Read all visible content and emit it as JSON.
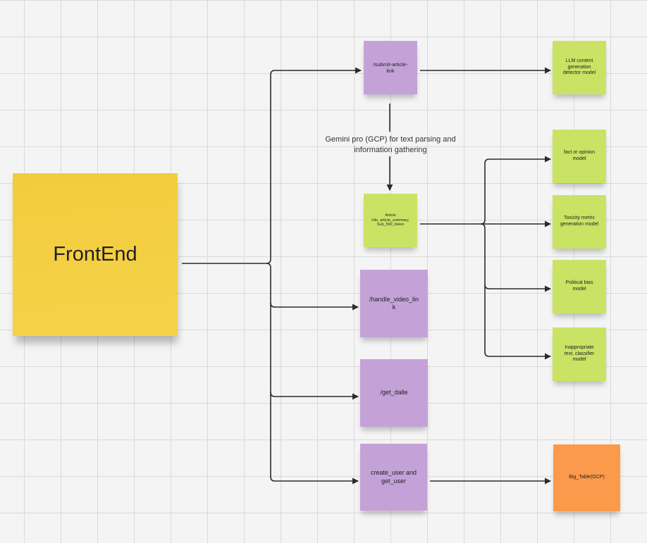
{
  "diagram": {
    "frontend": {
      "label": "FrontEnd",
      "color": "#f4cf44"
    },
    "endpoints": {
      "submit_article": {
        "lines": [
          "/submit-article-",
          "link"
        ],
        "color": "#c4a2d8"
      },
      "handle_video": {
        "lines": [
          "/handle_video_lin",
          "k"
        ],
        "color": "#c4a2d8"
      },
      "get_dalle": {
        "lines": [
          "/get_dalle"
        ],
        "color": "#c4a2d8"
      },
      "create_user": {
        "lines": [
          "create_user and",
          "get_user"
        ],
        "color": "#c4a2d8"
      }
    },
    "article_info": {
      "lines": [
        "Article",
        "info, article_summary,",
        "Sub_500_token"
      ],
      "color": "#cbe365"
    },
    "gemini_label": {
      "lines": [
        "Gemini pro (GCP) for text parsing and",
        "information gathering"
      ]
    },
    "models": {
      "llm_detector": {
        "lines": [
          "LLM content",
          "generation",
          "detector model"
        ],
        "color": "#cbe365"
      },
      "fact_opinion": {
        "lines": [
          "fact or opinion",
          "model"
        ],
        "color": "#cbe365"
      },
      "toxicity": {
        "lines": [
          "Toxicity metric",
          "generation model"
        ],
        "color": "#cbe365"
      },
      "political_bias": {
        "lines": [
          "Political bias",
          "model"
        ],
        "color": "#cbe365"
      },
      "inappropriate": {
        "lines": [
          "Inappropriate",
          "text, classifier",
          "model"
        ],
        "color": "#cbe365"
      }
    },
    "big_table": {
      "lines": [
        "Big_Table(GCP)"
      ],
      "color": "#fb9a4b"
    },
    "connector_color": "#2b2b2b"
  }
}
